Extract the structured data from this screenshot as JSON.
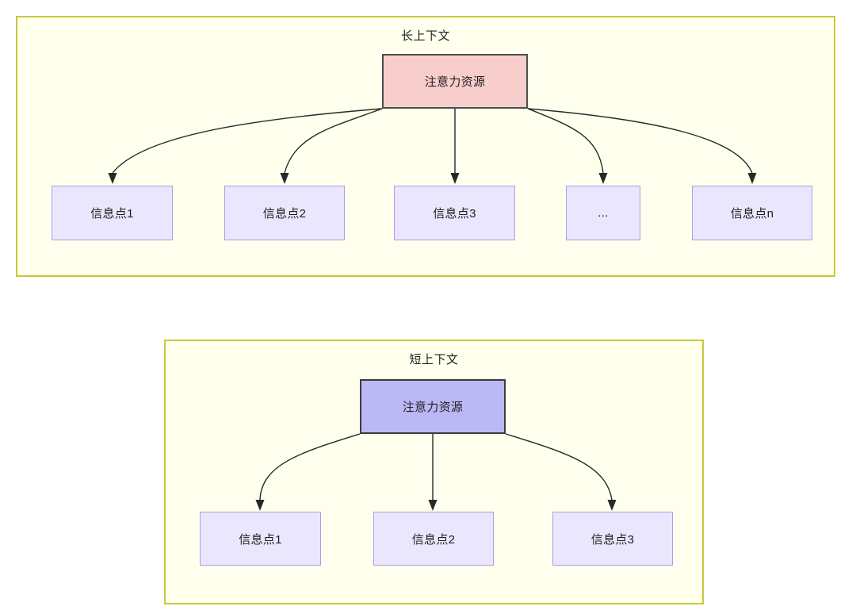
{
  "diagram": {
    "title_semantics": "attention-resource-allocation-long-vs-short-context",
    "colors": {
      "container_fill": "#ffffed",
      "container_border": "#c8c83c",
      "root_long_fill": "#f8cecc",
      "root_long_border": "#4d4d4d",
      "root_short_fill": "#bcb8f5",
      "root_short_border": "#3b3b3b",
      "leaf_fill": "#e9e6fd",
      "leaf_border": "#b49ae8",
      "edge_stroke": "#28282b",
      "text": "#1f1f1f"
    }
  },
  "long_context": {
    "title": "长上下文",
    "root": {
      "label": "注意力资源"
    },
    "leaves": [
      {
        "label": "信息点1"
      },
      {
        "label": "信息点2"
      },
      {
        "label": "信息点3"
      },
      {
        "label": "..."
      },
      {
        "label": "信息点n"
      }
    ]
  },
  "short_context": {
    "title": "短上下文",
    "root": {
      "label": "注意力资源"
    },
    "leaves": [
      {
        "label": "信息点1"
      },
      {
        "label": "信息点2"
      },
      {
        "label": "信息点3"
      }
    ]
  }
}
